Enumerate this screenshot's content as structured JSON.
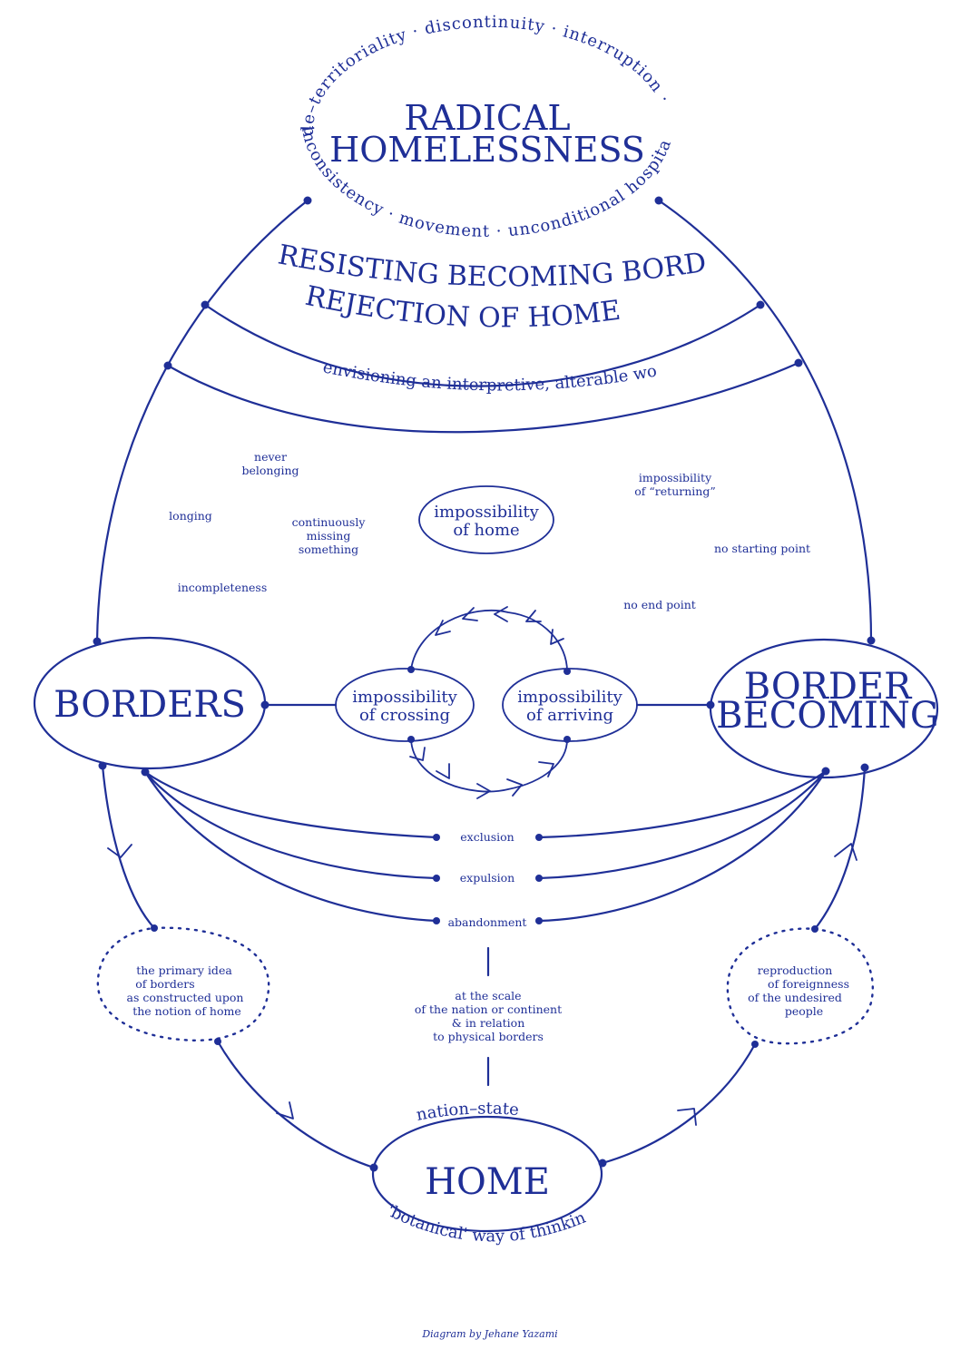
{
  "colors": {
    "ink": "#1f2f97",
    "background": "#ffffff"
  },
  "top": {
    "title_line1": "RADICAL",
    "title_line2": "HOMELESSNESS",
    "ring_top": "de–territoriality  ·  discontinuity  ·  interruption  ·",
    "ring_bottom": "inconsistency  ·  movement  ·  unconditional hospitality"
  },
  "band": {
    "line1": "RESISTING BECOMING BORDER",
    "line2": "REJECTION OF HOME",
    "subtitle": "envisioning an interpretive, alterable world"
  },
  "center": {
    "home_node_line1": "impossibility",
    "home_node_line2": "of home",
    "words": {
      "never": "never",
      "belonging": "belonging",
      "longing": "longing",
      "cont1": "continuously",
      "cont2": "missing",
      "cont3": "something",
      "incompleteness": "incompleteness",
      "ret1": "impossibility",
      "ret2": "of “returning”",
      "no_start": "no starting point",
      "no_end": "no end point"
    }
  },
  "nodes": {
    "borders": "BORDERS",
    "becoming_line1": "BORDER",
    "becoming_line2": "BECOMING",
    "crossing_line1": "impossibility",
    "crossing_line2": "of crossing",
    "arriving_line1": "impossibility",
    "arriving_line2": "of arriving",
    "home": "HOME",
    "home_top_label": "nation–state",
    "home_bottom_label": "'botanical' way of thinking"
  },
  "links": [
    "exclusion",
    "expulsion",
    "abandonment"
  ],
  "scale_note": {
    "line1": "at the scale",
    "line2": "of the nation or continent",
    "line3": "& in relation",
    "line4": "to physical borders"
  },
  "left_bubble": {
    "line1": "the primary idea",
    "line2": "of borders",
    "line3": "as constructed upon",
    "line4": "the notion of home"
  },
  "right_bubble": {
    "line1": "reproduction",
    "line2": "of foreignness",
    "line3": "of the undesired",
    "line4": "people"
  },
  "credit": "Diagram by Jehane Yazami"
}
